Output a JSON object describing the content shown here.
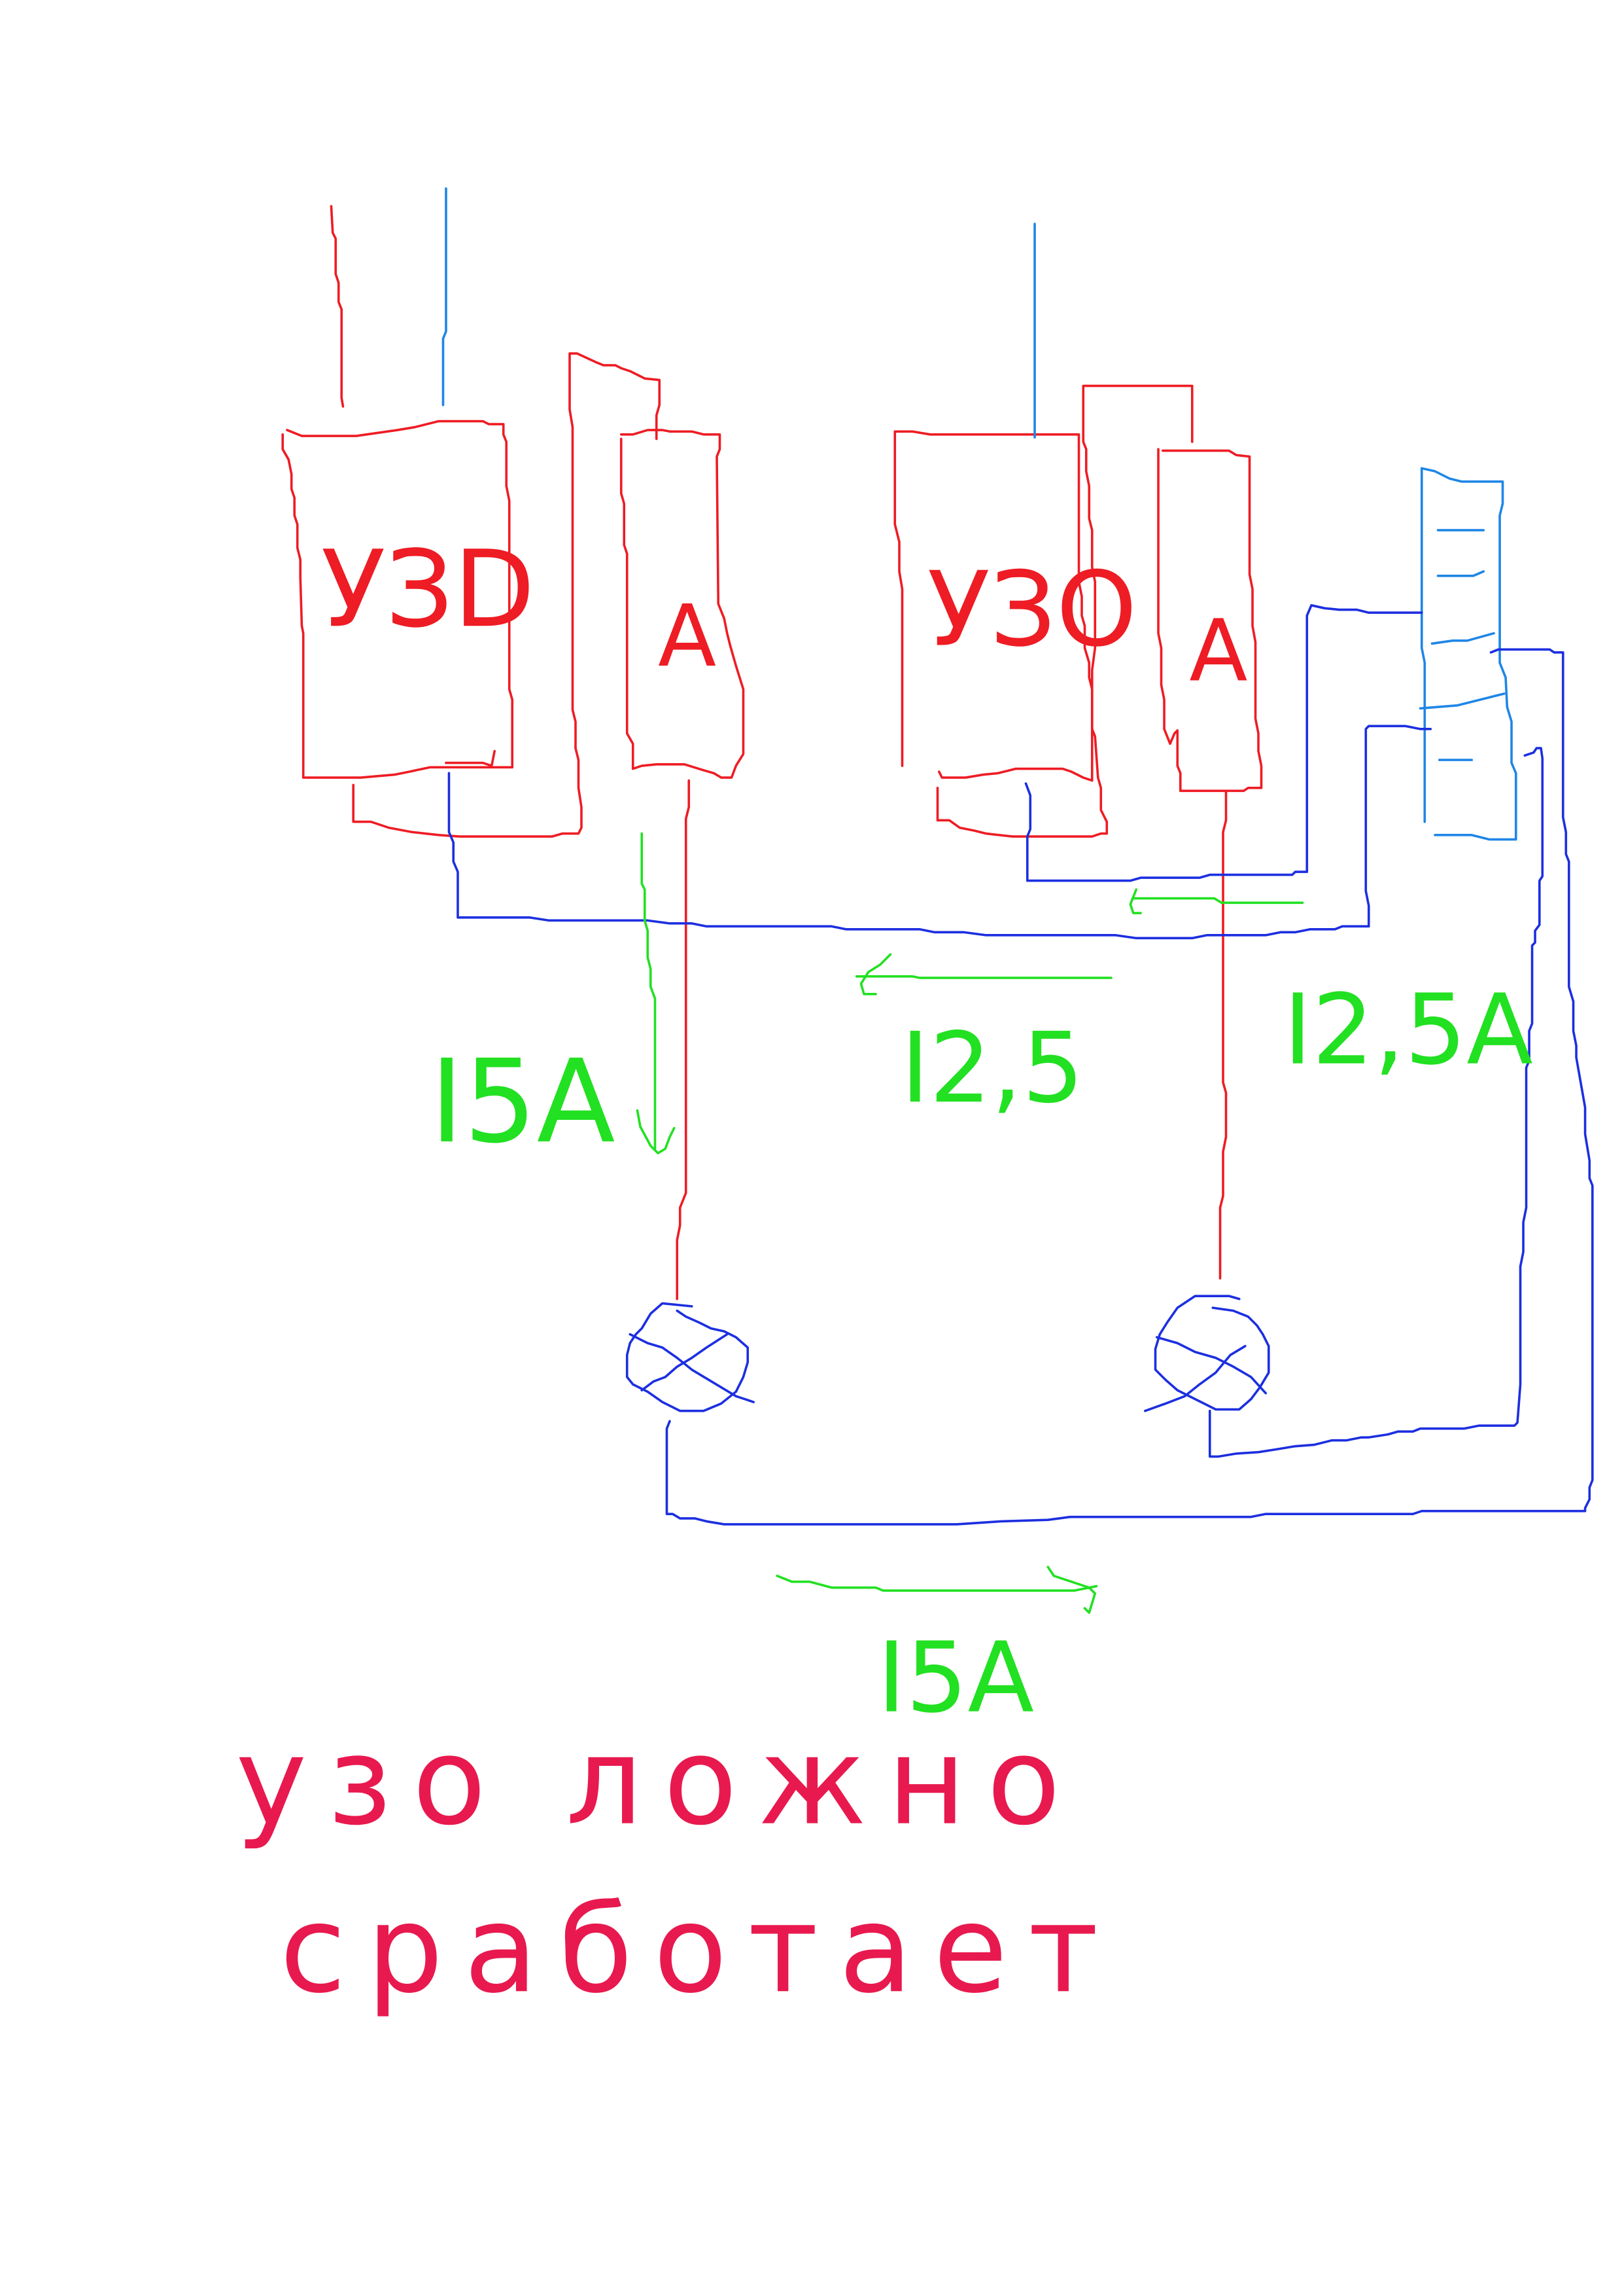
{
  "devices": {
    "rcd_left_label": "УЗD",
    "breaker_left_label": "A",
    "rcd_right_label": "УЗО",
    "breaker_right_label": "A"
  },
  "currents": {
    "left_current": "I5A",
    "middle_current": "I2,5",
    "right_current": "I2,5A",
    "bottom_current": "I5A"
  },
  "note": {
    "line1": "узо ложно",
    "line2": "сработает"
  },
  "colors": {
    "phase": "#ee1c24",
    "neutral": "#1c2fe0",
    "neutral_bus": "#1f86e6",
    "current_annotation": "#22e022",
    "note": "#e8194e"
  }
}
